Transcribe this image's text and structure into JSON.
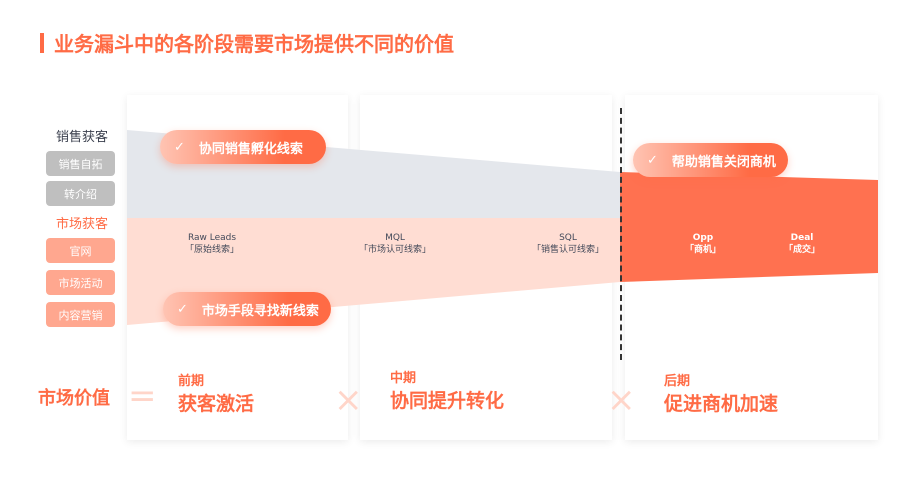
{
  "title": "业务漏斗中的各阶段需要市场提供不同的价值",
  "left": {
    "sales_group": "销售获客",
    "sales_tags": [
      "销售自拓",
      "转介绍"
    ],
    "market_group": "市场获客",
    "market_tags": [
      "官网",
      "市场活动",
      "内容营销"
    ],
    "value_label": "市场价值"
  },
  "pills": [
    "协同销售孵化线索",
    "市场手段寻找新线索",
    "帮助销售关闭商机"
  ],
  "check_icon": "✓",
  "stages": [
    {
      "en": "Raw Leads",
      "cn": "「原始线索」"
    },
    {
      "en": "MQL",
      "cn": "「市场认可线索」"
    },
    {
      "en": "SQL",
      "cn": "「销售认可线索」"
    },
    {
      "en": "Opp",
      "cn": "「商机」"
    },
    {
      "en": "Deal",
      "cn": "「成交」"
    }
  ],
  "phases": [
    {
      "phase": "前期",
      "value": "获客激活"
    },
    {
      "phase": "中期",
      "value": "协同提升转化"
    },
    {
      "phase": "后期",
      "value": "促进商机加速"
    }
  ],
  "operators": {
    "equals": "=",
    "times": "×"
  },
  "colors": {
    "accent": "#ff6b45",
    "gray_band": "#e4e7ec",
    "pink_band": "#ffddd3"
  }
}
